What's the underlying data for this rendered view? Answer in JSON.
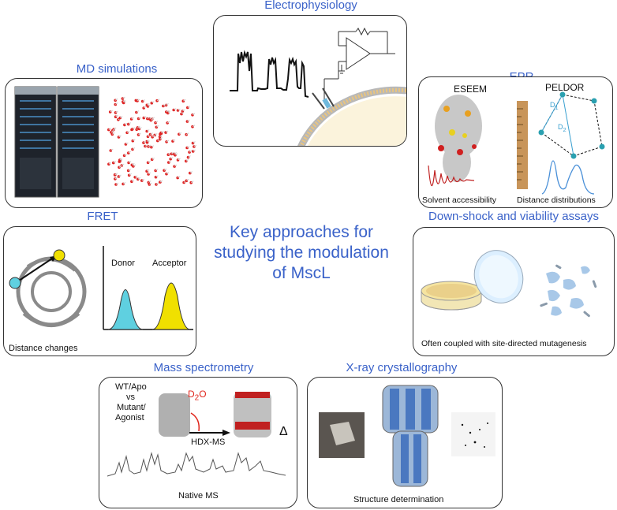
{
  "center_title": {
    "line1": "Key approaches for",
    "line2": "studying the modulation",
    "line3": "of MscL"
  },
  "panels": {
    "electrophysiology": {
      "title": "Electrophysiology"
    },
    "md": {
      "title": "MD simulations"
    },
    "epr": {
      "title": "EPR",
      "eseem": "ESEEM",
      "peldor": "PELDOR",
      "d1": "D",
      "d1_sub": "1",
      "d2": "D",
      "d2_sub": "2",
      "caption_left": "Solvent accessibility",
      "caption_right": "Distance distributions"
    },
    "fret": {
      "title": "FRET",
      "donor": "Donor",
      "acceptor": "Acceptor",
      "caption": "Distance changes"
    },
    "downshock": {
      "title": "Down-shock and viability assays",
      "caption": "Often coupled with site-directed mutagenesis"
    },
    "mass_spec": {
      "title": "Mass spectrometry",
      "wt_apo": "WT/Apo",
      "vs": "vs",
      "mutant": "Mutant/",
      "agonist": "Agonist",
      "d2o": "D",
      "d2o_sub": "2",
      "d2o_o": "O",
      "hdx": "HDX-MS",
      "delta": "Δ",
      "caption": "Native MS"
    },
    "xray": {
      "title": "X-ray crystallography",
      "caption": "Structure determination"
    }
  },
  "colors": {
    "title_blue": "#3a62c9",
    "fret_donor": "#5fd0e0",
    "fret_acceptor": "#f0e000",
    "d2o_red": "#e0261c",
    "water_red": "#e02020"
  }
}
